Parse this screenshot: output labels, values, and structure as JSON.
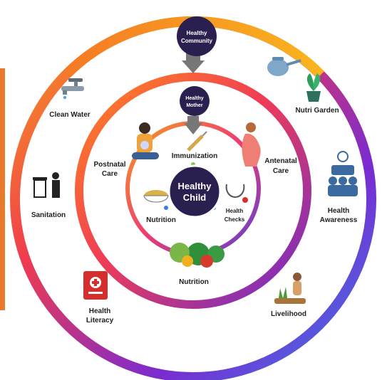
{
  "hubs": {
    "community": [
      "Healthy",
      "Community"
    ],
    "mother": [
      "Healthy",
      "Mother"
    ],
    "child": [
      "Healthy",
      "Child"
    ]
  },
  "outer_ring_labels": {
    "clean_water": "Clean Water",
    "nutri_garden": "Nutri Garden",
    "sanitation": "Sanitation",
    "health_awareness": [
      "Health",
      "Awareness"
    ],
    "health_literacy": [
      "Health",
      "Literacy"
    ],
    "livelihood": "Livelihood"
  },
  "middle_ring_labels": {
    "postnatal_care": [
      "Postnatal",
      "Care"
    ],
    "antenatal_care": [
      "Antenatal",
      "Care"
    ],
    "nutrition": "Nutrition"
  },
  "inner_ring_labels": {
    "immunization": "Immunization",
    "nutrition": "Nutrition",
    "health_checks": [
      "Health",
      "Checks"
    ]
  },
  "colors": {
    "hub": "#2b1f4f",
    "arrow": "#777777",
    "accent_bar": "#ea7a2b",
    "ring_orange": "#f7a21b",
    "ring_red": "#ef3b4f",
    "ring_purple": "#6a2ccf",
    "ring_blue": "#3b7be8"
  },
  "icons": [
    "faucet-icon",
    "watering-can-icon",
    "potted-plant-icon",
    "trash-bin-person-icon",
    "group-awareness-icon",
    "first-aid-book-icon",
    "farmer-icon",
    "mother-baby-icon",
    "pregnant-woman-icon",
    "syringe-icon",
    "soup-bowl-icon",
    "stethoscope-icon",
    "vegetables-icon"
  ]
}
